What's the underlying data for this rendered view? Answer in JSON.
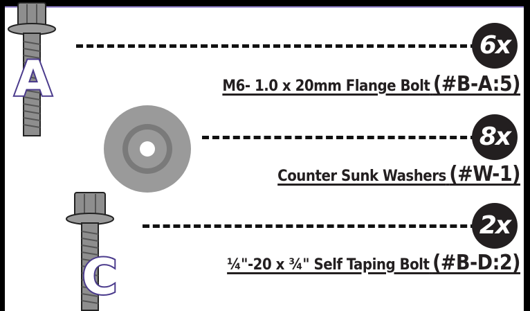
{
  "parts": [
    {
      "letter": "A",
      "quantity": "6x",
      "name": "M6- 1.0 x 20mm Flange Bolt",
      "code": "(#B-A:5)"
    },
    {
      "letter": "",
      "quantity": "8x",
      "name": "Counter Sunk Washers",
      "code": "(#W-1)"
    },
    {
      "letter": "C",
      "quantity": "2x",
      "name": "¼\"-20 x ¾\" Self Taping Bolt",
      "code": "(#B-D:2)"
    }
  ],
  "colors": {
    "frame": "#000000",
    "accent": "#8a7bc4",
    "badge": "#231f20",
    "bolt_metal": "#8e8e8e",
    "letter_outline": "#4a3a8c"
  },
  "icons": [
    "flange-bolt-icon",
    "washer-icon",
    "self-tapping-bolt-icon"
  ]
}
